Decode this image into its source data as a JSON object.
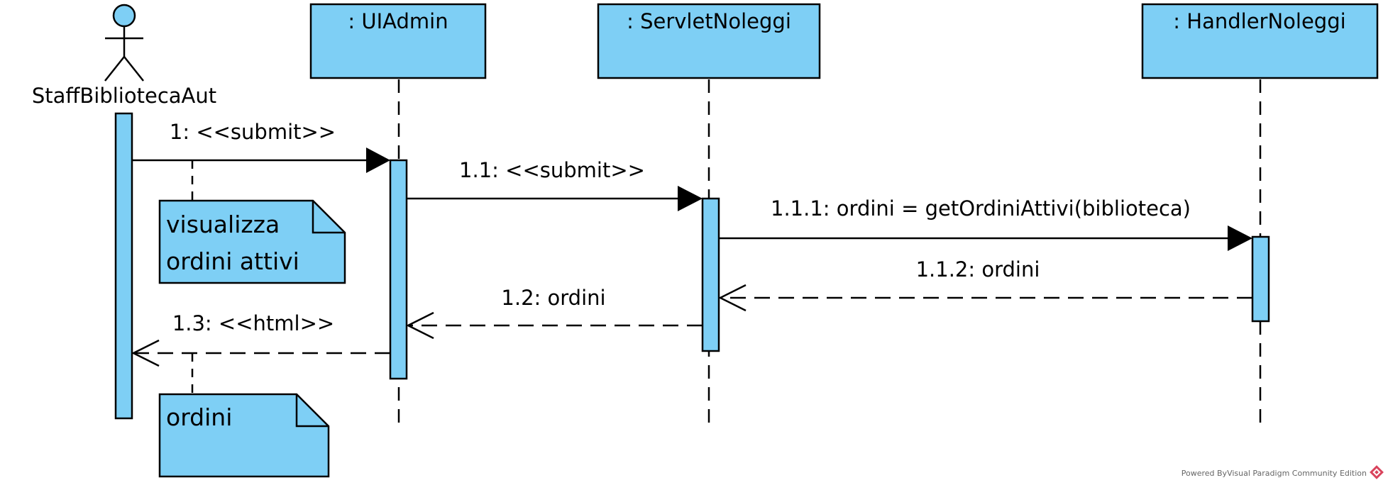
{
  "colors": {
    "fill": "#7ecff5",
    "stroke": "#000000",
    "background": "#ffffff",
    "footer_logo": "#d9435c"
  },
  "diagram": {
    "actor": {
      "label": "StaffBibliotecaAut"
    },
    "lifelines": [
      {
        "label": ": UIAdmin"
      },
      {
        "label": ": ServletNoleggi"
      },
      {
        "label": ": HandlerNoleggi"
      }
    ],
    "messages": [
      {
        "label": "1: <<submit>>"
      },
      {
        "label": "1.1: <<submit>>"
      },
      {
        "label": "1.1.1: ordini = getOrdiniAttivi(biblioteca)"
      },
      {
        "label": "1.1.2: ordini"
      },
      {
        "label": "1.2: ordini"
      },
      {
        "label": "1.3: <<html>>"
      }
    ],
    "notes": [
      {
        "lines": [
          "visualizza",
          "ordini attivi"
        ]
      },
      {
        "lines": [
          "ordini"
        ]
      }
    ]
  },
  "footer": {
    "text": "Powered ByVisual Paradigm Community Edition",
    "icon": "visual-paradigm-logo-icon"
  }
}
